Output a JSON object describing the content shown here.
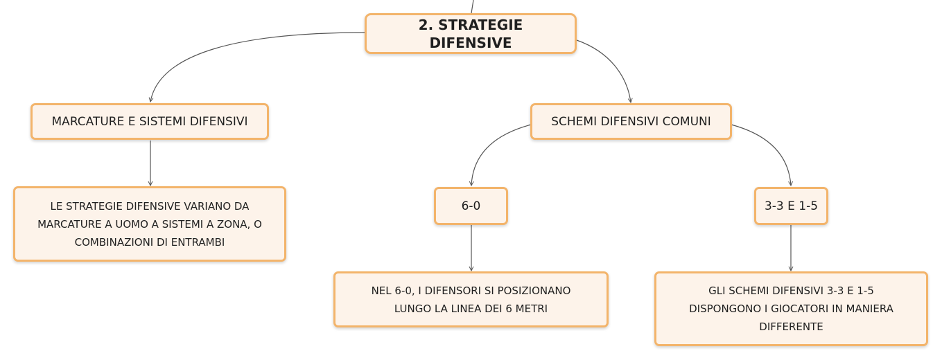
{
  "diagram": {
    "root": {
      "label": "2. STRATEGIE DIFENSIVE"
    },
    "marcature": {
      "label": "MARCATURE E SISTEMI DIFENSIVI"
    },
    "marcature_detail": {
      "label": "LE STRATEGIE DIFENSIVE VARIANO DA MARCATURE A UOMO A SISTEMI A ZONA, O COMBINAZIONI DI ENTRAMBI"
    },
    "schemi": {
      "label": "SCHEMI DIFENSIVI COMUNI"
    },
    "sei_zero": {
      "label": "6-0"
    },
    "sei_zero_detail": {
      "label": "NEL 6-0, I DIFENSORI SI POSIZIONANO LUNGO LA LINEA DEI 6 METRI"
    },
    "tre_tre": {
      "label": "3-3 E 1-5"
    },
    "tre_tre_detail": {
      "label": "GLI SCHEMI DIFENSIVI 3-3 E 1-5 DISPONGONO I GIOCATORI IN MANIERA DIFFERENTE"
    }
  },
  "colors": {
    "node_fill": "#fdf3ea",
    "node_border": "#f3b46b",
    "edge": "#555555"
  }
}
